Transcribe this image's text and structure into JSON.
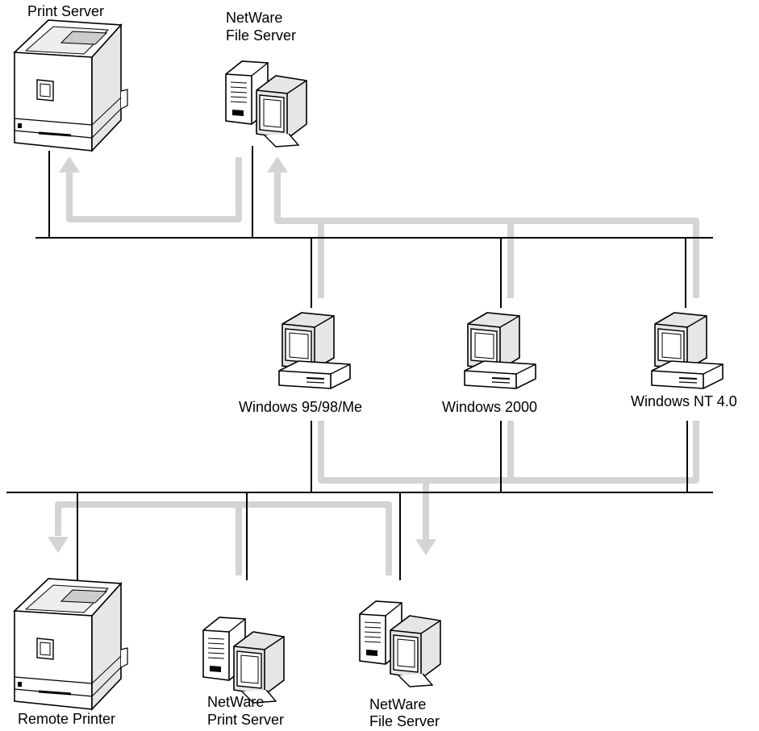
{
  "labels": {
    "print_server": "Print Server",
    "netware_file_server_top_line1": "NetWare",
    "netware_file_server_top_line2": "File Server",
    "win95": "Windows 95/98/Me",
    "win2000": "Windows 2000",
    "winnt": "Windows NT 4.0",
    "remote_printer": "Remote Printer",
    "netware_print_server_line1": "NetWare",
    "netware_print_server_line2": "Print Server",
    "netware_file_server_bottom_line1": "NetWare",
    "netware_file_server_bottom_line2": "File Server"
  },
  "colors": {
    "network_line": "#000000",
    "data_flow": "#d4d4d4",
    "device_outline": "#000000",
    "device_fill": "#ffffff",
    "device_shade": "#e6e6e6"
  },
  "icons": {
    "printer": "printer-icon",
    "server": "server-computer-icon",
    "workstation": "workstation-icon"
  }
}
